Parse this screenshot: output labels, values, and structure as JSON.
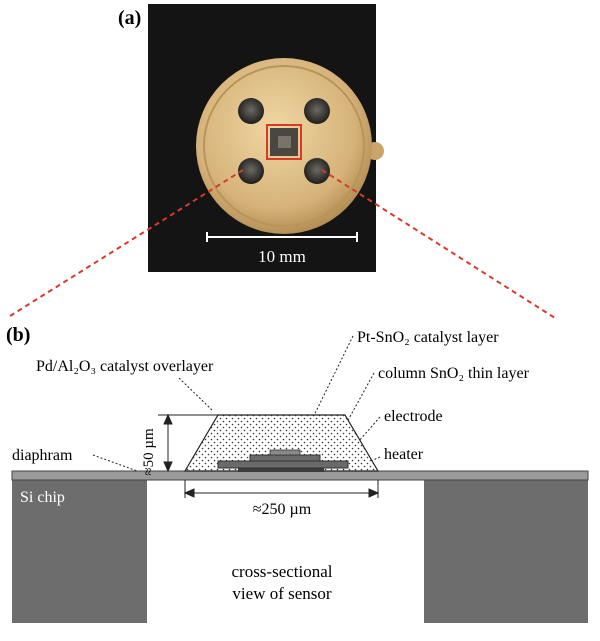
{
  "panel_a": {
    "label": "(a)",
    "scale_bar_label": "10 mm"
  },
  "panel_b": {
    "label": "(b)",
    "labels": {
      "pt_catalyst": "Pt-SnO₂ catalyst layer",
      "pd_overlayer": "Pd/Al₂O₃ catalyst overlayer",
      "column_layer": "column SnO₂ thin layer",
      "electrode": "electrode",
      "heater": "heater",
      "diaphram": "diaphram",
      "si_chip": "Si chip",
      "height_dim": "≈50 µm",
      "width_dim": "≈250 µm",
      "caption_line1": "cross-sectional",
      "caption_line2": "view of sensor"
    }
  },
  "colors": {
    "photo_background": "#141414",
    "sensor_gold": "#d6b27a",
    "highlight_red": "#d83a2a",
    "si_chip": "#6d6d6d",
    "diaphram": "#9a9a9a",
    "layer_dark": "#555555"
  }
}
